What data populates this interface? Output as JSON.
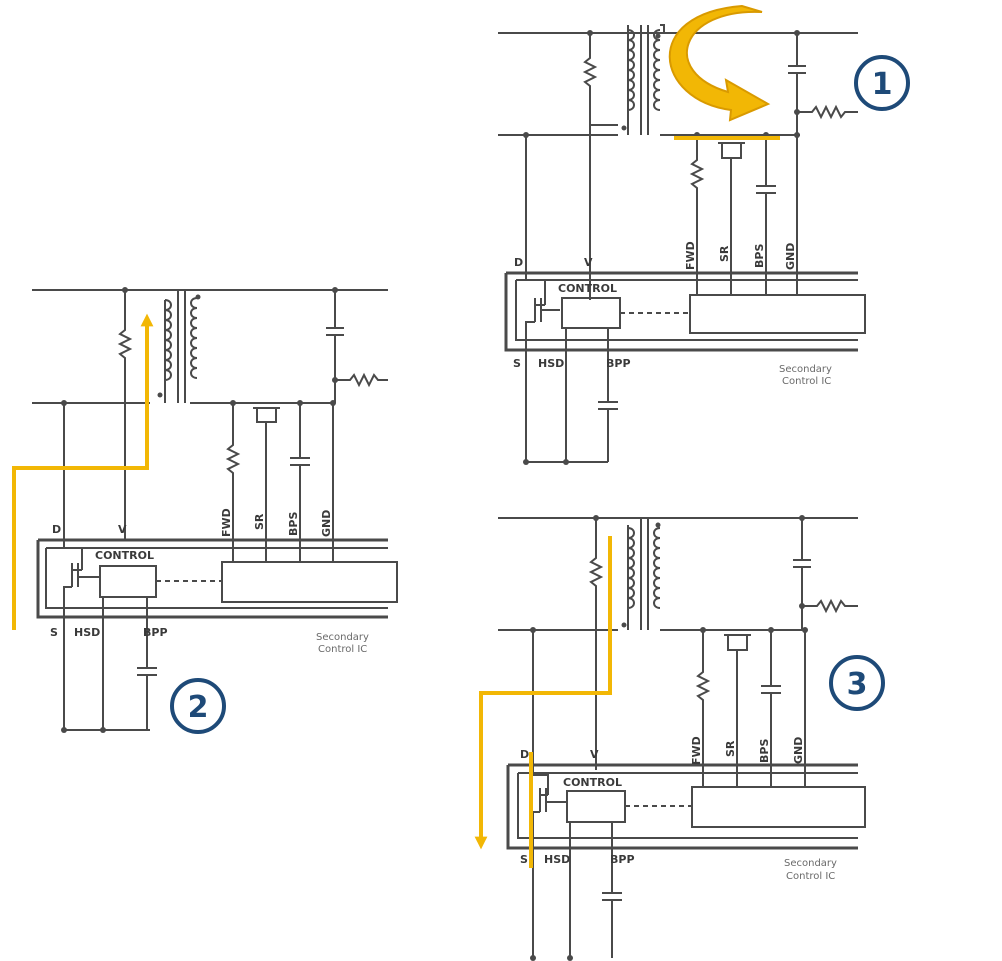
{
  "colors": {
    "wire": "#4a4a4a",
    "arrow": "#f2b705",
    "arrow_dark": "#d99a00",
    "badge": "#1e4a78"
  },
  "badges": {
    "one": "1",
    "two": "2",
    "three": "3"
  },
  "labels": {
    "d": "D",
    "v": "V",
    "s": "S",
    "hsd": "HSD",
    "bpp": "BPP",
    "control": "CONTROL",
    "fwd": "FWD",
    "sr": "SR",
    "bps": "BPS",
    "gnd": "GND",
    "secondary_1": "Secondary",
    "secondary_2": "Control IC"
  }
}
